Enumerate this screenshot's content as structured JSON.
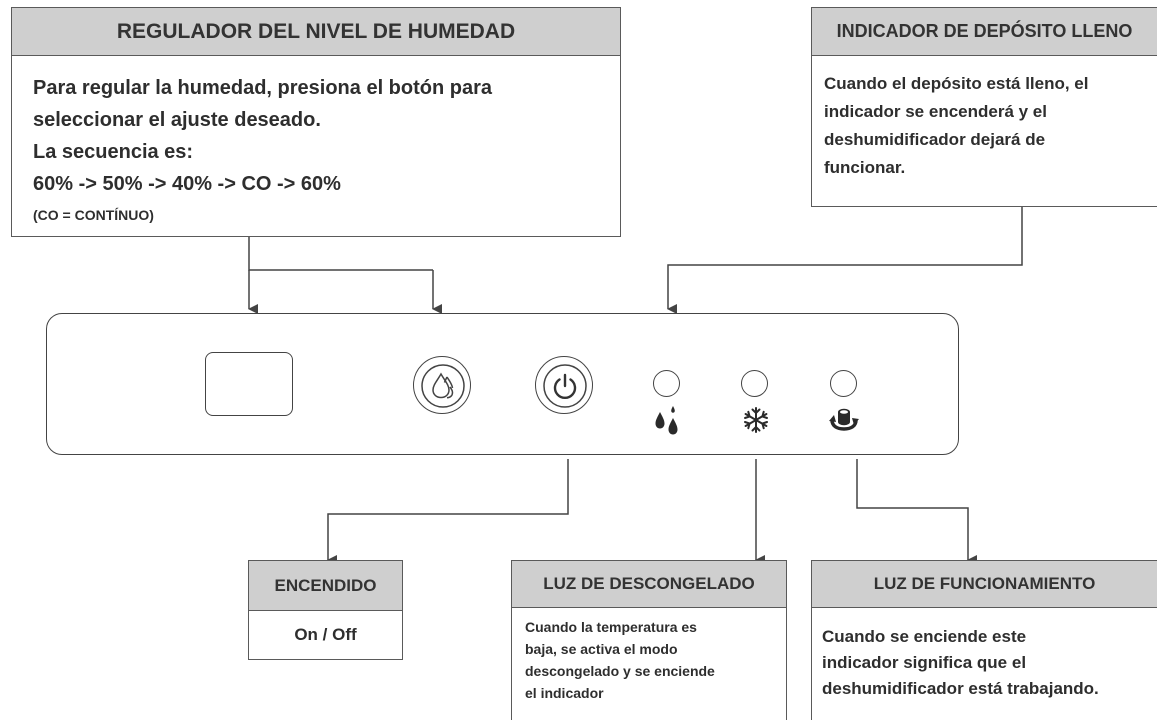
{
  "callouts": {
    "humidity": {
      "title": "REGULADOR DEL NIVEL DE HUMEDAD",
      "lines": [
        "Para regular la humedad, presiona el botón para",
        "seleccionar el ajuste deseado.",
        "La secuencia es:",
        "60% -> 50% -> 40% -> CO -> 60%"
      ],
      "note": "(CO = CONTÍNUO)"
    },
    "tank_full": {
      "title": "INDICADOR DE DEPÓSITO LLENO",
      "lines": [
        "Cuando el depósito está lleno, el",
        "indicador se encenderá y el",
        "deshumidificador dejará de",
        "funcionar."
      ]
    },
    "power": {
      "title": "ENCENDIDO",
      "text": "On / Off"
    },
    "defrost": {
      "title": "LUZ DE DESCONGELADO",
      "lines": [
        "Cuando la temperatura es",
        "baja, se activa el modo",
        "descongelado y se enciende",
        "el indicador"
      ]
    },
    "running": {
      "title": "LUZ DE FUNCIONAMIENTO",
      "lines": [
        "Cuando se enciende este",
        "indicador significa que el",
        "deshumidificador está trabajando."
      ]
    }
  },
  "panel": {
    "controls": [
      {
        "kind": "display-window"
      },
      {
        "kind": "button",
        "icon": "water-drops-icon"
      },
      {
        "kind": "button",
        "icon": "power-icon"
      },
      {
        "kind": "led",
        "icon": "tank-full-drops-icon"
      },
      {
        "kind": "led",
        "icon": "snowflake-icon"
      },
      {
        "kind": "led",
        "icon": "fan-rotation-icon"
      }
    ]
  },
  "colors": {
    "header_fill": "#cfcfcf",
    "line": "#444444",
    "text": "#2e2e2e"
  }
}
